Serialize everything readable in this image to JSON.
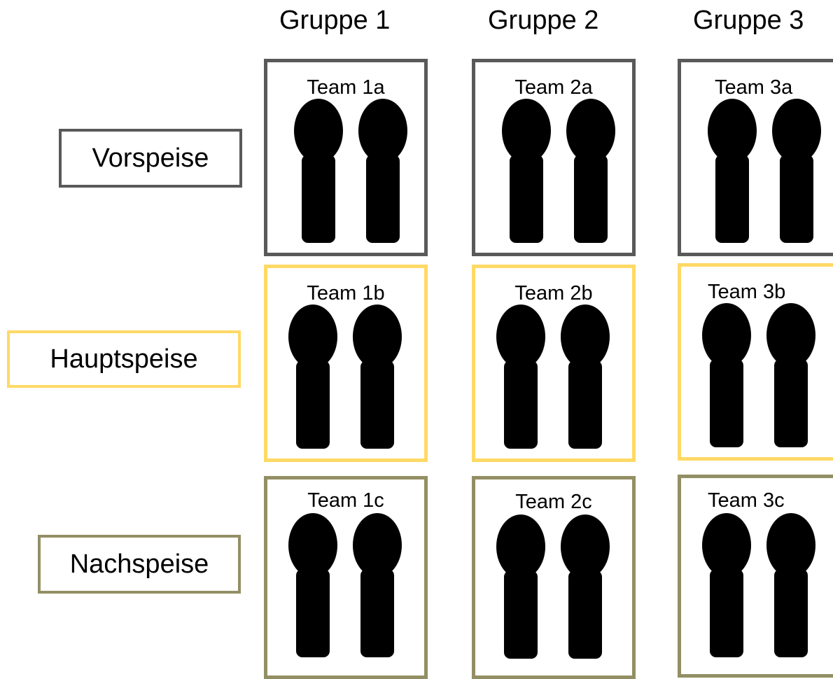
{
  "colors": {
    "vorspeise": "#595959",
    "hauptspeise": "#FFD966",
    "nachspeise": "#938F65"
  },
  "groups": [
    {
      "label": "Gruppe 1"
    },
    {
      "label": "Gruppe 2"
    },
    {
      "label": "Gruppe 3"
    }
  ],
  "courses": [
    {
      "label": "Vorspeise"
    },
    {
      "label": "Hauptspeise"
    },
    {
      "label": "Nachspeise"
    }
  ],
  "teams": {
    "vorspeise": [
      "Team 1a",
      "Team 2a",
      "Team 3a"
    ],
    "hauptspeise": [
      "Team 1b",
      "Team 2b",
      "Team 3b"
    ],
    "nachspeise": [
      "Team 1c",
      "Team 2c",
      "Team 3c"
    ]
  },
  "icon": "person-icon"
}
